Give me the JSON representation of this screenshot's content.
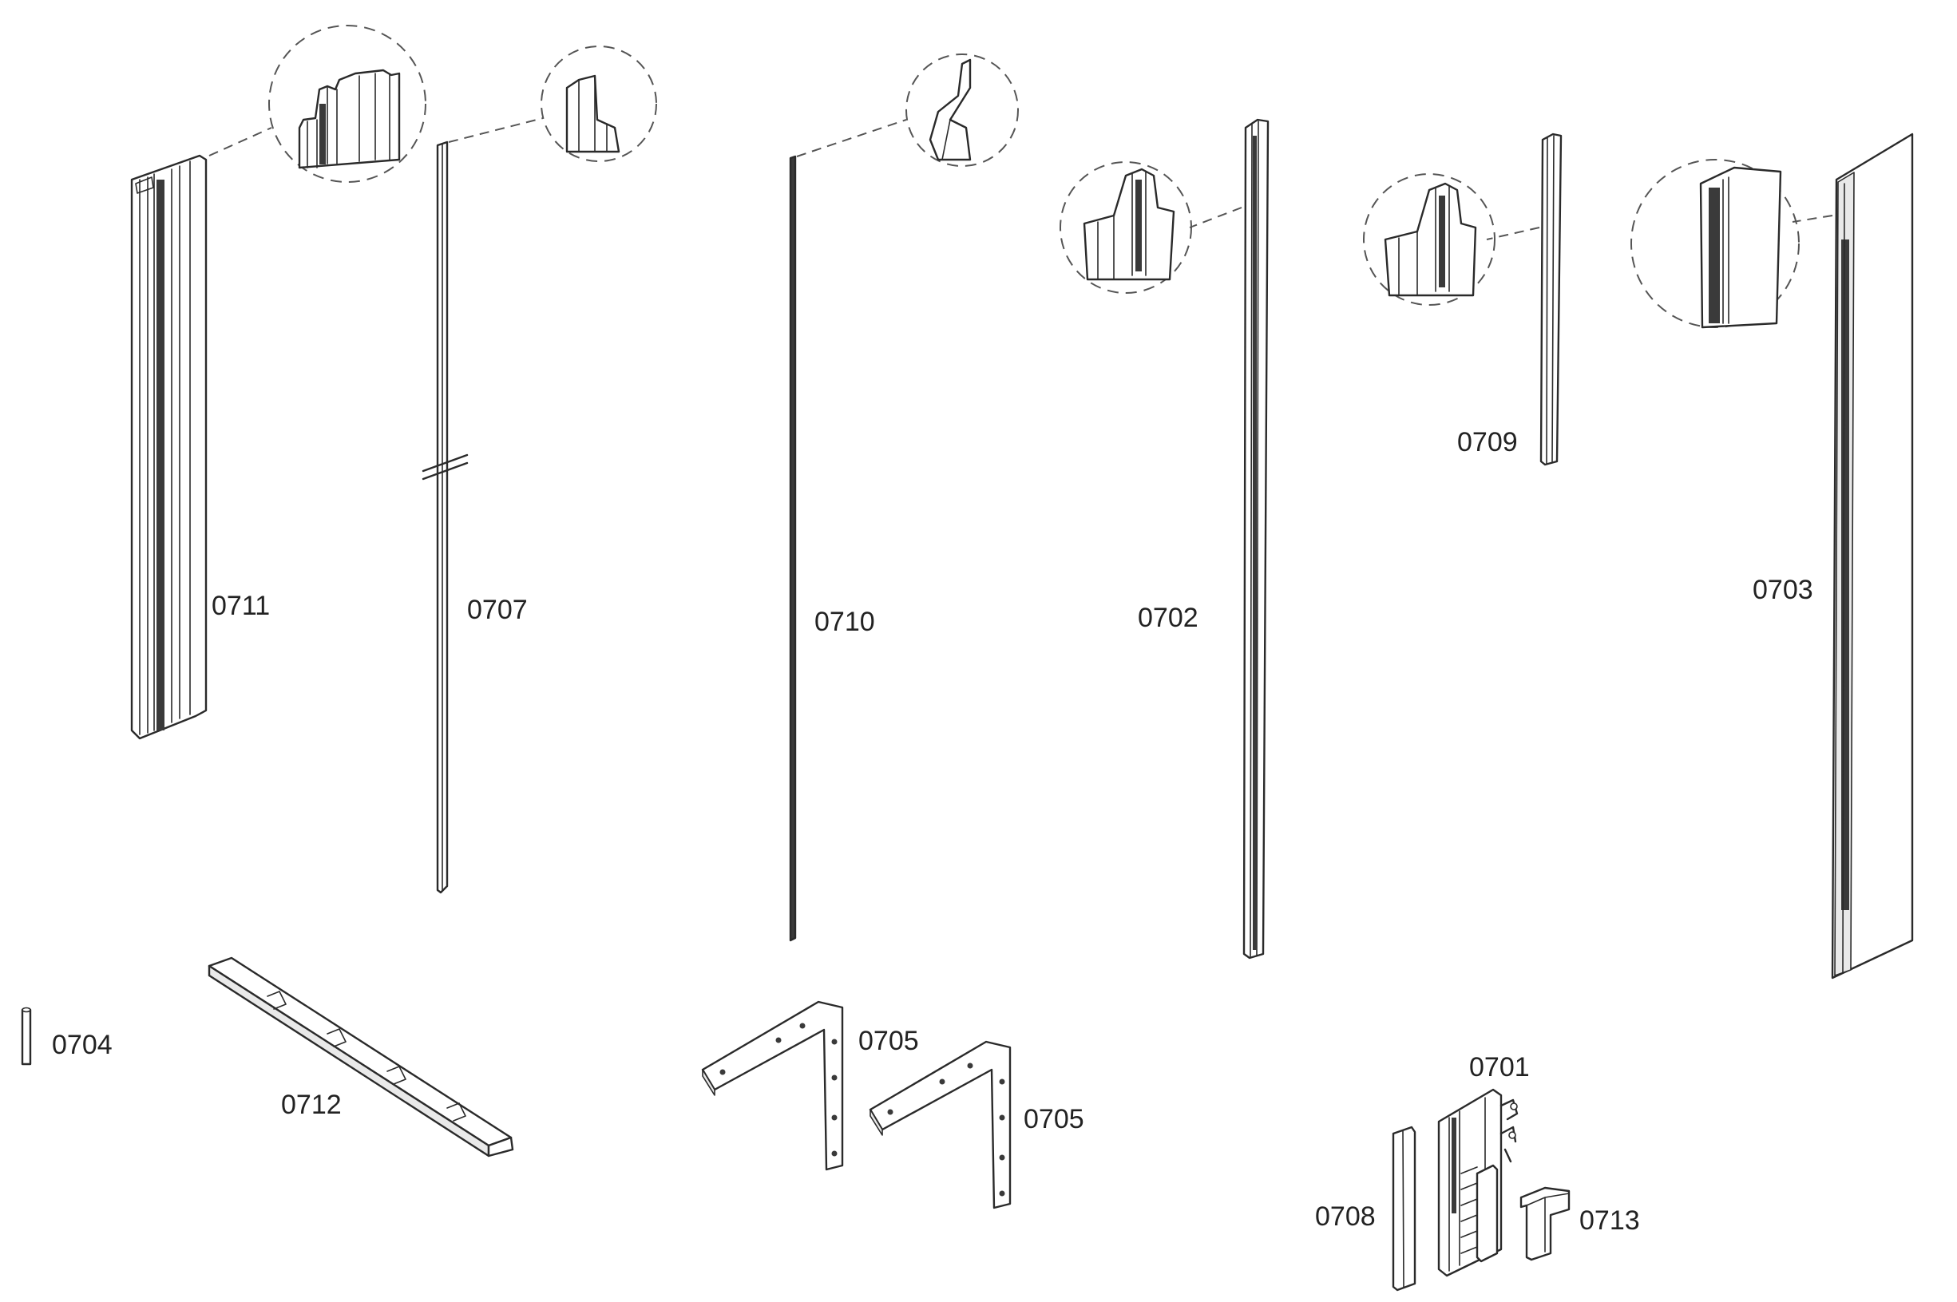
{
  "diagram": {
    "parts": [
      {
        "id": "p0711",
        "label": "0711"
      },
      {
        "id": "p0707",
        "label": "0707"
      },
      {
        "id": "p0710",
        "label": "0710"
      },
      {
        "id": "p0702",
        "label": "0702"
      },
      {
        "id": "p0709",
        "label": "0709"
      },
      {
        "id": "p0703",
        "label": "0703"
      },
      {
        "id": "p0704",
        "label": "0704"
      },
      {
        "id": "p0712",
        "label": "0712"
      },
      {
        "id": "p0705a",
        "label": "0705"
      },
      {
        "id": "p0705b",
        "label": "0705"
      },
      {
        "id": "p0701",
        "label": "0701"
      },
      {
        "id": "p0708",
        "label": "0708"
      },
      {
        "id": "p0713",
        "label": "0713"
      }
    ]
  }
}
